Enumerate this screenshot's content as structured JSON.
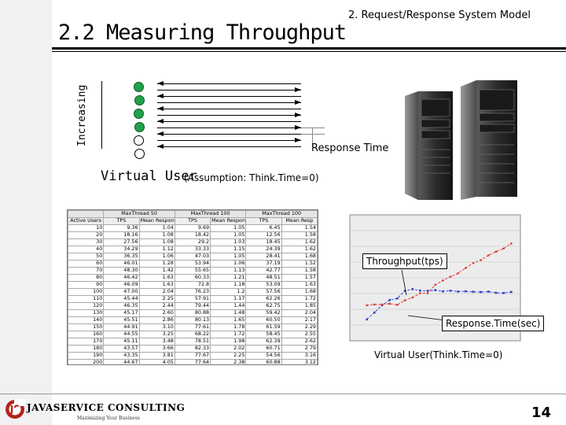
{
  "header": {
    "title": "2.2 Measuring Throughput",
    "section": "2. Request/Response System Model"
  },
  "diagram": {
    "axis_label": "Increasing",
    "users_active": 4,
    "users_idle": 2,
    "response_time_label": "Response Time",
    "virtual_user_label": "Virtual User",
    "assumption": "(Assumption: Think.Time=0)"
  },
  "table": {
    "groups": [
      "MaxThread 50",
      "MaxThread 100",
      "MaxThread 100"
    ],
    "columns": [
      "Active Users",
      "TPS",
      "Mean Response Time",
      "TPS",
      "Mean Response Tim",
      "TPS",
      "Mean Resp"
    ],
    "rows": [
      [
        "10",
        "9.36",
        "1.04",
        "9.69",
        "1.05",
        "6.45",
        "1.54"
      ],
      [
        "20",
        "18.16",
        "1.08",
        "18.42",
        "1.05",
        "12.56",
        "1.58"
      ],
      [
        "30",
        "27.56",
        "1.08",
        "29.2",
        "1.03",
        "18.45",
        "1.62"
      ],
      [
        "40",
        "34.29",
        "1.12",
        "33.33",
        "1.15",
        "24.39",
        "1.62"
      ],
      [
        "50",
        "36.35",
        "1.06",
        "47.03",
        "1.05",
        "28.41",
        "1.68"
      ],
      [
        "60",
        "46.01",
        "1.28",
        "53.94",
        "1.06",
        "37.19",
        "1.52"
      ],
      [
        "70",
        "48.30",
        "1.42",
        "55.65",
        "1.13",
        "42.77",
        "1.58"
      ],
      [
        "80",
        "46.42",
        "1.63",
        "60.33",
        "1.21",
        "48.51",
        "1.57"
      ],
      [
        "90",
        "46.09",
        "1.63",
        "72.8",
        "1.18",
        "53.09",
        "1.63"
      ],
      [
        "100",
        "47.00",
        "2.04",
        "76.23",
        "1.2",
        "57.56",
        "1.68"
      ],
      [
        "110",
        "45.44",
        "2.25",
        "57.91",
        "1.17",
        "62.26",
        "1.72"
      ],
      [
        "120",
        "46.35",
        "2.44",
        "79.44",
        "1.44",
        "62.75",
        "1.85"
      ],
      [
        "130",
        "45.17",
        "2.60",
        "80.88",
        "1.48",
        "59.42",
        "2.04"
      ],
      [
        "140",
        "45.51",
        "2.86",
        "80.13",
        "1.65",
        "60.50",
        "2.17"
      ],
      [
        "150",
        "44.91",
        "3.10",
        "77.61",
        "1.78",
        "61.59",
        "2.29"
      ],
      [
        "160",
        "44.55",
        "3.25",
        "68.22",
        "1.72",
        "58.45",
        "2.55"
      ],
      [
        "170",
        "45.11",
        "3.48",
        "78.51",
        "1.98",
        "62.39",
        "2.62"
      ],
      [
        "180",
        "43.57",
        "3.66",
        "82.33",
        "2.02",
        "60.71",
        "2.79"
      ],
      [
        "190",
        "43.35",
        "3.81",
        "77.67",
        "2.25",
        "54.56",
        "3.16"
      ],
      [
        "200",
        "44.67",
        "4.05",
        "77.64",
        "2.38",
        "60.88",
        "3.12"
      ]
    ]
  },
  "chart_data": {
    "type": "line",
    "title": "",
    "xlabel": "Virtual User(Think.Time=0)",
    "ylabel": "",
    "grid": true,
    "x": [
      10,
      20,
      30,
      40,
      50,
      60,
      70,
      80,
      90,
      100,
      110,
      120,
      130,
      140,
      150,
      160,
      170,
      180,
      190,
      200
    ],
    "series": [
      {
        "name": "Throughput(tps)",
        "color": "#2f3fd0",
        "values": [
          9.36,
          18.16,
          27.56,
          34.29,
          36.35,
          46.01,
          48.3,
          46.42,
          46.09,
          47.0,
          45.44,
          46.35,
          45.17,
          45.51,
          44.91,
          44.55,
          45.11,
          43.57,
          43.35,
          44.67
        ]
      },
      {
        "name": "Response.Time(sec)",
        "color": "#e0342c",
        "values": [
          1.04,
          1.08,
          1.08,
          1.12,
          1.06,
          1.28,
          1.42,
          1.63,
          1.63,
          2.04,
          2.25,
          2.44,
          2.6,
          2.86,
          3.1,
          3.25,
          3.48,
          3.66,
          3.81,
          4.05
        ]
      }
    ],
    "callouts": [
      "Throughput(tps)",
      "Response.Time(sec)"
    ]
  },
  "footer": {
    "brand": "JAVASERVICE CONSULTING",
    "tagline": "Maximizing Your Business",
    "page_number": "14"
  },
  "colors": {
    "active_user": "#21a24a",
    "throughput_line": "#2f3fd0",
    "response_line": "#e0342c",
    "brand": "#b2241c"
  }
}
